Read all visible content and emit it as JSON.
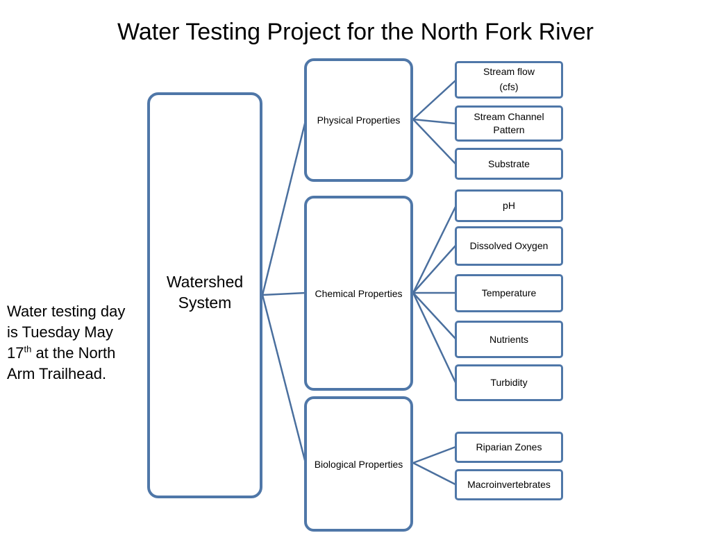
{
  "title": "Water Testing Project for the North Fork River",
  "root": {
    "line1": "Watershed",
    "line2": "System"
  },
  "categories": {
    "physical": "Physical Properties",
    "chemical": "Chemical Properties",
    "biological": "Biological Properties"
  },
  "physical_items": {
    "stream_flow_line1": "Stream flow",
    "stream_flow_line2": "(cfs)",
    "stream_channel": "Stream Channel Pattern",
    "substrate": "Substrate"
  },
  "chemical_items": {
    "ph": "pH",
    "dissolved_oxygen": "Dissolved Oxygen",
    "temperature": "Temperature",
    "nutrients": "Nutrients",
    "turbidity": "Turbidity"
  },
  "biological_items": {
    "riparian": "Riparian Zones",
    "macroinvertebrates": "Macroinvertebrates"
  },
  "note": {
    "before_sup": "Water testing day is Tuesday May 17",
    "sup": "th",
    "after_sup": " at the North Arm Trailhead."
  },
  "colors": {
    "border": "#4f77a8",
    "connector": "#4a6f9e"
  }
}
